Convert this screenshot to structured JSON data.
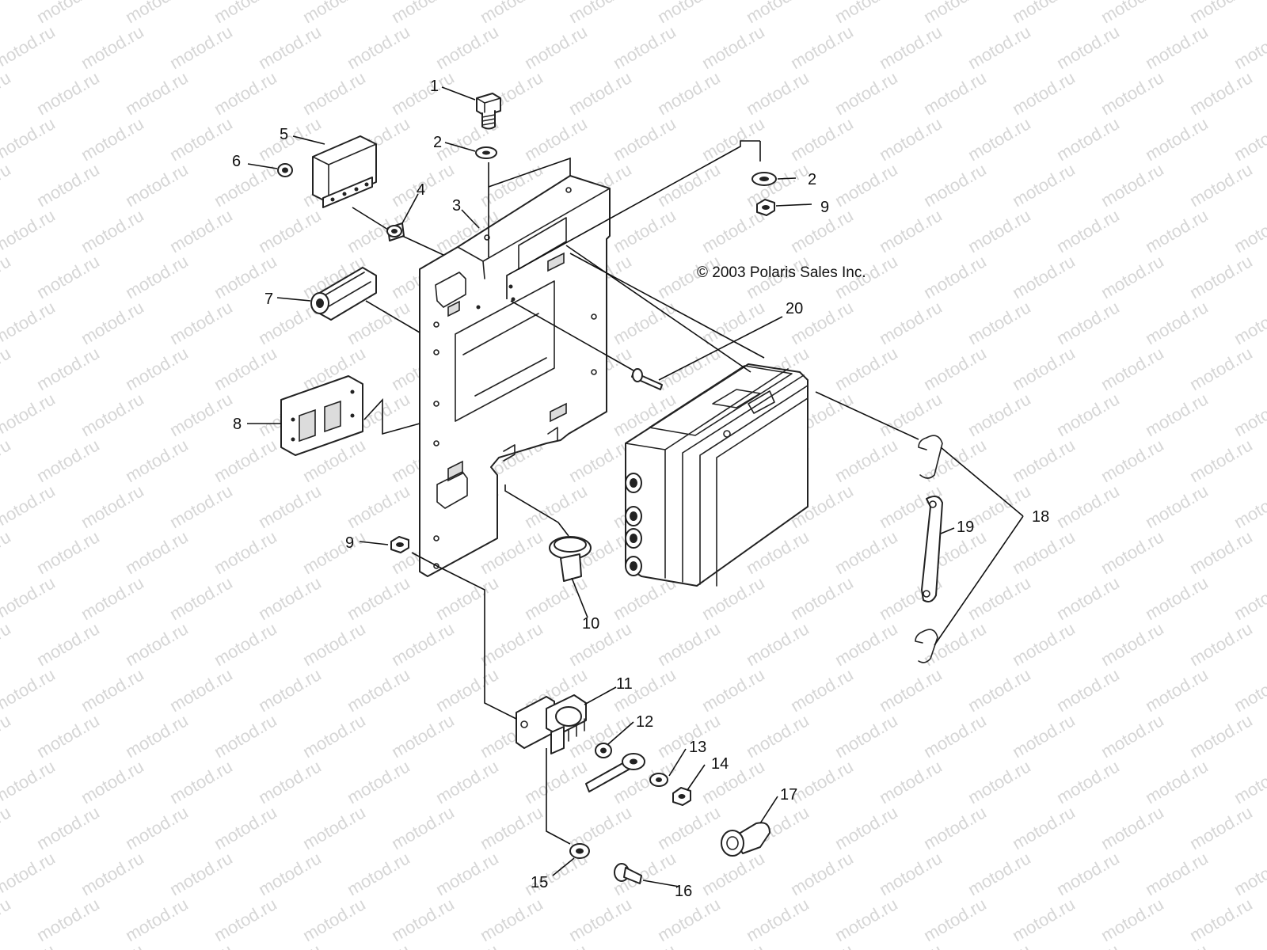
{
  "copyright": "© 2003 Polaris Sales Inc.",
  "watermark": "motod.ru",
  "callouts": {
    "c1": "1",
    "c2a": "2",
    "c2b": "2",
    "c3": "3",
    "c4": "4",
    "c5": "5",
    "c6": "6",
    "c7": "7",
    "c8": "8",
    "c9a": "9",
    "c9b": "9",
    "c10": "10",
    "c11": "11",
    "c12": "12",
    "c13": "13",
    "c14": "14",
    "c15": "15",
    "c16": "16",
    "c17": "17",
    "c18": "18",
    "c19": "19",
    "c20": "20"
  }
}
